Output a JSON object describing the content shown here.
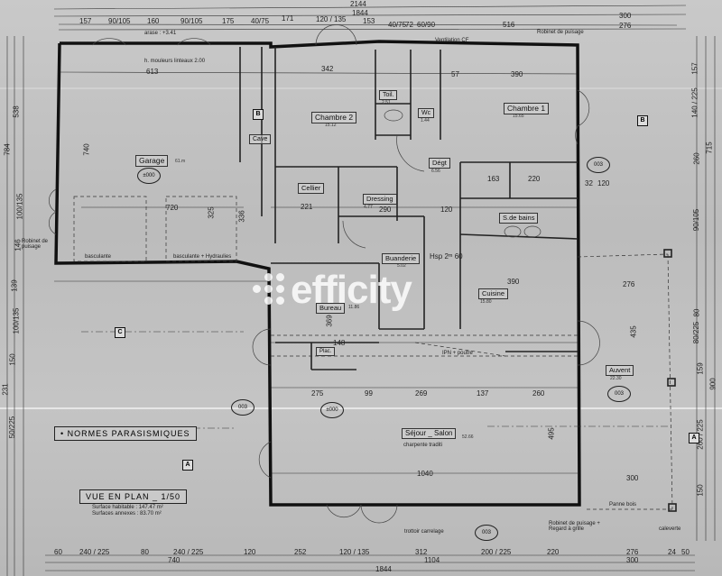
{
  "plan": {
    "title": "VUE EN PLAN _ 1/50",
    "surface_habitable": "Surface habitable : 147.47 m²",
    "surfaces_annexes": "Surfaces annexes : 83.70 m²",
    "normes": "• NORMES PARASISMIQUES",
    "watermark": "efficity"
  },
  "rooms": [
    {
      "name": "Garage",
      "area": "61.m"
    },
    {
      "name": "Chambre 2",
      "area": "15.12"
    },
    {
      "name": "Chambre 1",
      "area": "15.65"
    },
    {
      "name": "Wc",
      "area": "1.44"
    },
    {
      "name": "Toil.",
      "area": "2.51"
    },
    {
      "name": "Cave",
      "area": ""
    },
    {
      "name": "Cellier",
      "area": ""
    },
    {
      "name": "Dressing",
      "area": "4.77"
    },
    {
      "name": "Dégt",
      "area": "6.56"
    },
    {
      "name": "S.de bains",
      "area": ""
    },
    {
      "name": "Buanderie",
      "area": "5.02"
    },
    {
      "name": "Bureau",
      "area": "11.86"
    },
    {
      "name": "Cuisine",
      "area": "15.80"
    },
    {
      "name": "Séjour _ Salon",
      "area": "52.66"
    },
    {
      "name": "Auvent",
      "area": "22.30"
    },
    {
      "name": "Plac.",
      "area": ""
    }
  ],
  "annotations": {
    "hsp": "Hsp 2ᵐ 60",
    "charpente": "charpente traditi",
    "ventilation": "Ventilation CF",
    "robinet_top": "Robinet de puisage",
    "robinet_left": "Robinet de puisage",
    "robinet_bottom": "Robinet de puisage + Regard à grille",
    "trottoir": "trottoir carrelage",
    "poutre": "IPN + poutre",
    "basculante1": "basculante",
    "basculante2": "basculante + Hydraulies",
    "arase": "arase : +3.41",
    "hauteur": "h. mouleurs linteaux 2.00",
    "panne": "Panne bois",
    "claustra": "caleverte",
    "level": "±000",
    "marker_003": "003",
    "section_a": "A",
    "section_b": "B",
    "section_c": "C"
  },
  "dimensions": {
    "top_total": "2144",
    "top_sub": "1844",
    "top_row": [
      "157",
      "90/105",
      "160",
      "90/105",
      "175",
      "40/75",
      "171",
      "120 / 135",
      "153",
      "40/75",
      "72",
      "60/90",
      "516",
      "300",
      "276"
    ],
    "bottom_row": [
      "60",
      "240 / 225",
      "80",
      "240 / 225",
      "120",
      "252",
      "120 / 135",
      "312",
      "200 / 225",
      "220",
      "276",
      "24",
      "50"
    ],
    "bottom_sub": [
      "740",
      "1104",
      "300"
    ],
    "bottom_total": "1844",
    "left_col": [
      "538",
      "784",
      "100/135",
      "146",
      "139",
      "100/135",
      "150",
      "231",
      "50/225"
    ],
    "right_col": [
      "157",
      "140 / 225",
      "715",
      "260",
      "90/105",
      "80",
      "80/225",
      "159",
      "900",
      "260 / 225",
      "150"
    ],
    "interior": [
      "613",
      "342",
      "390",
      "740",
      "720",
      "336",
      "325",
      "221",
      "290",
      "120",
      "57",
      "390",
      "275",
      "99",
      "269",
      "137",
      "260",
      "1040",
      "300",
      "276",
      "148",
      "369",
      "495",
      "435",
      "163",
      "220",
      "120",
      "32"
    ]
  }
}
